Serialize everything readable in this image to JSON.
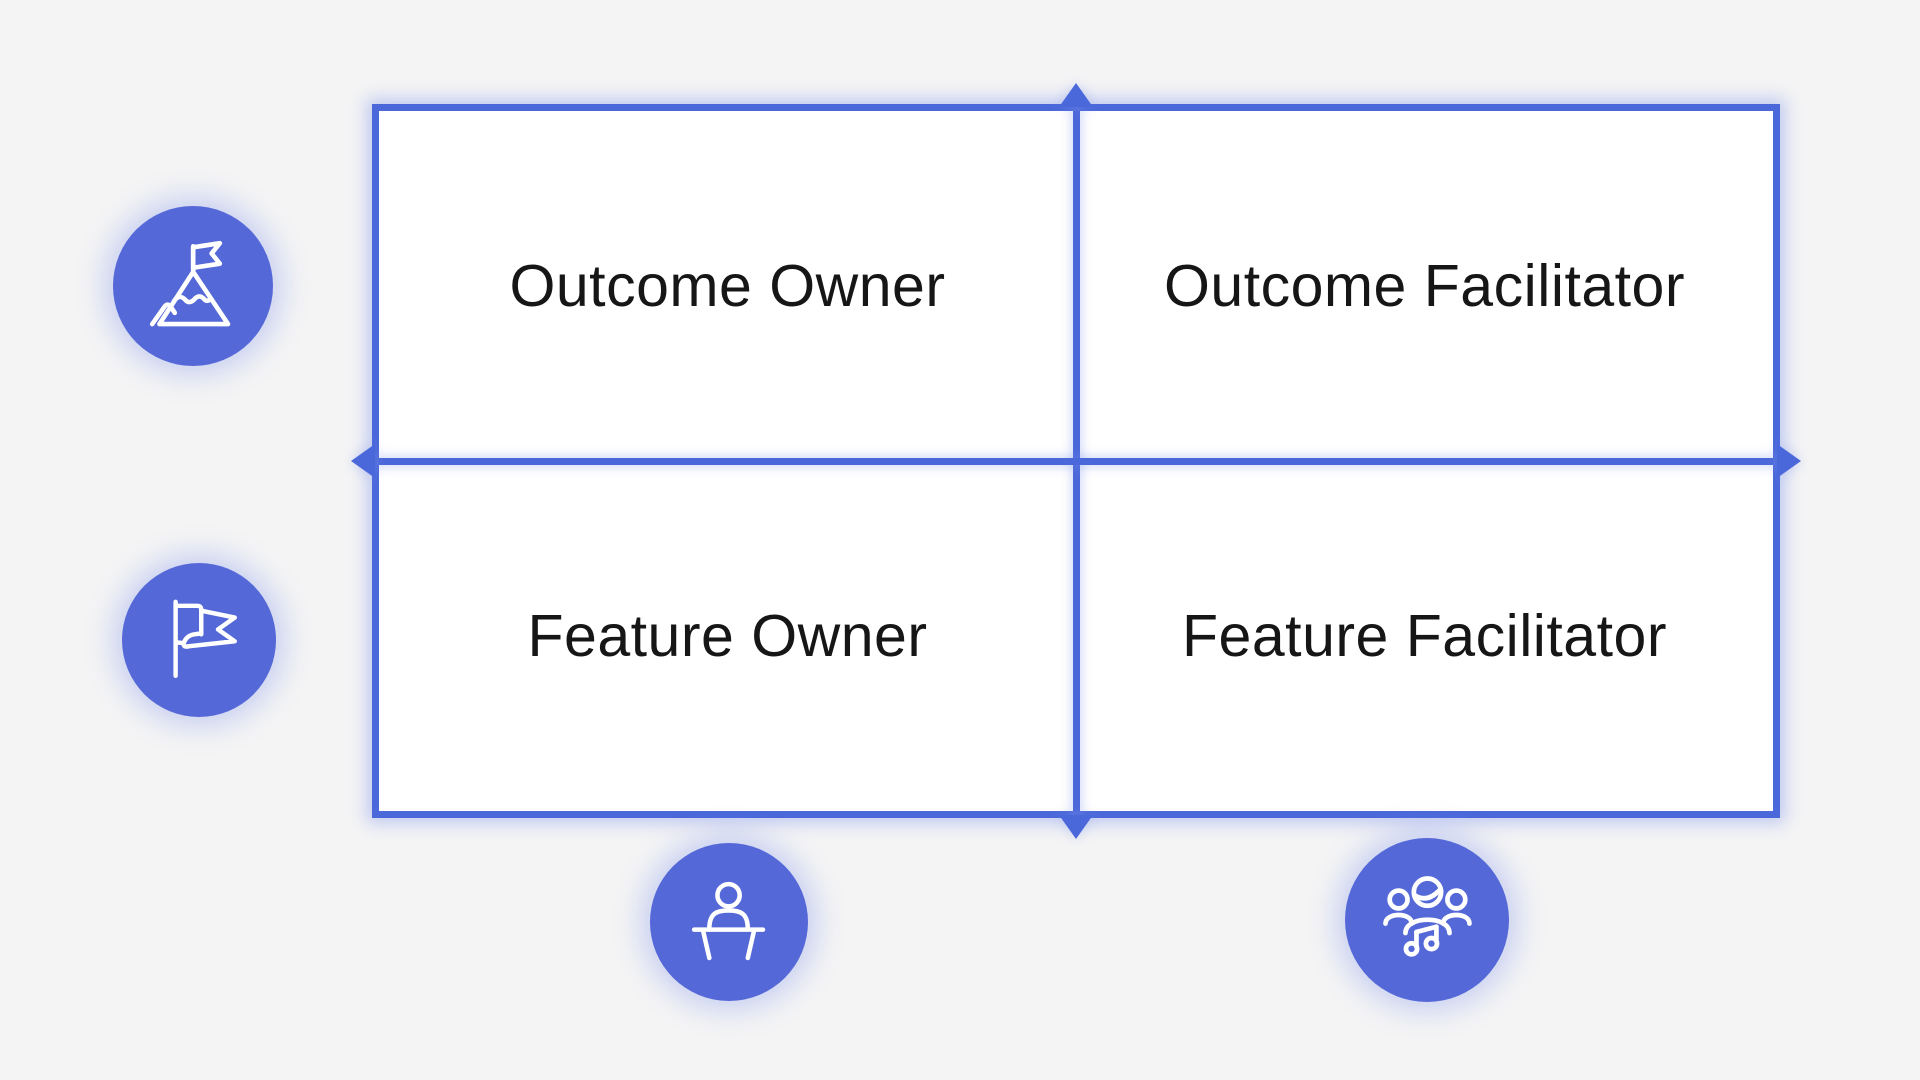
{
  "matrix": {
    "quadrants": [
      {
        "position": "top-left",
        "label": "Outcome Owner"
      },
      {
        "position": "top-right",
        "label": "Outcome Facilitator"
      },
      {
        "position": "bottom-left",
        "label": "Feature Owner"
      },
      {
        "position": "bottom-right",
        "label": "Feature Facilitator"
      }
    ],
    "axis_arrows": [
      "up",
      "down",
      "left",
      "right"
    ]
  },
  "icons": [
    {
      "name": "mountain-flag-icon",
      "row": "top"
    },
    {
      "name": "flag-icon",
      "row": "bottom"
    },
    {
      "name": "person-desk-icon",
      "column": "left"
    },
    {
      "name": "group-music-icon",
      "column": "right"
    }
  ],
  "colors": {
    "background": "#f4f4f5",
    "axis_blue": "#4b68da",
    "circle_blue": "#5568d8",
    "quadrant_background": "#ffffff",
    "label_text": "#161616",
    "icon_stroke": "#ffffff"
  }
}
